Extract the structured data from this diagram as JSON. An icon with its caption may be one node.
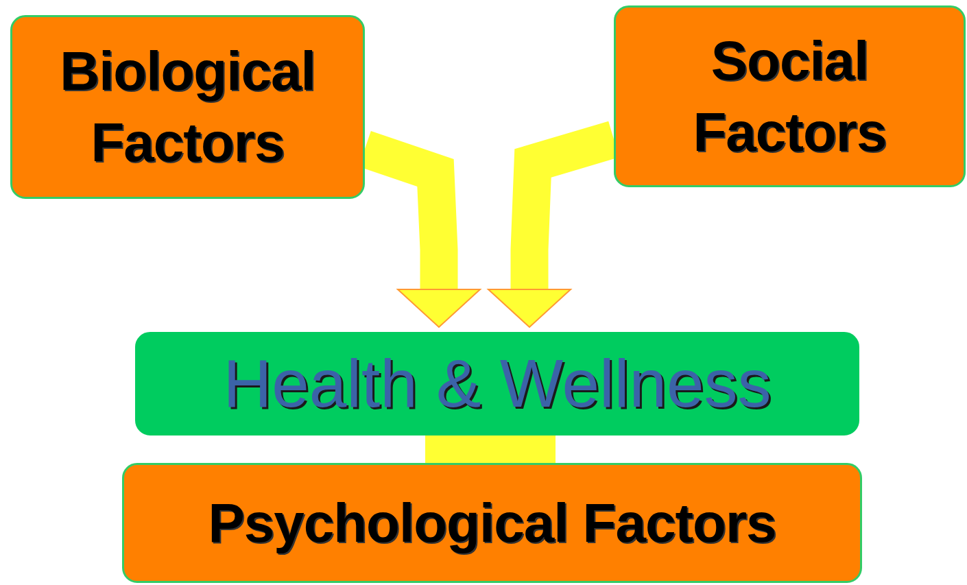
{
  "diagram": {
    "nodes": [
      {
        "text": [
          "Biological Factors"
        ]
      },
      {
        "text": [
          "Social Factors"
        ]
      },
      {
        "text": [
          "Health & Wellness"
        ]
      },
      {
        "text": [
          "Psychological Factors"
        ]
      }
    ],
    "edges": [
      {
        "from": 0,
        "to": 2,
        "arrow": "to"
      },
      {
        "from": 1,
        "to": 2,
        "arrow": "to"
      },
      {
        "from": 3,
        "to": 2,
        "arrow": "none",
        "style": "thick"
      }
    ]
  }
}
